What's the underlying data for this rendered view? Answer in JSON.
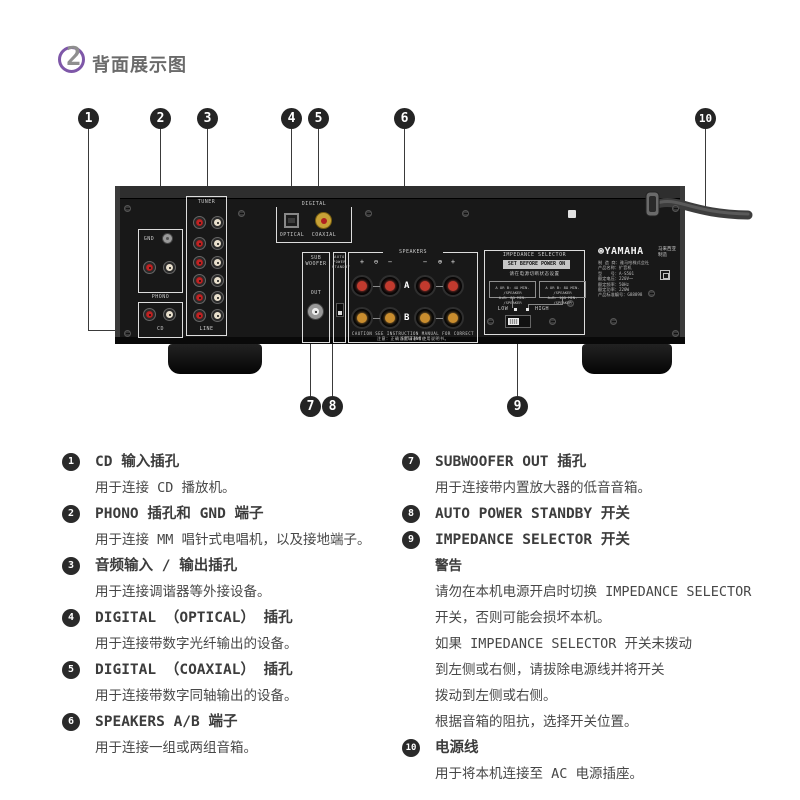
{
  "header": {
    "badge": "2",
    "title": "背面展示图"
  },
  "callouts": [
    {
      "label": "1"
    },
    {
      "label": "2"
    },
    {
      "label": "3"
    },
    {
      "label": "4"
    },
    {
      "label": "5"
    },
    {
      "label": "6"
    },
    {
      "label": "7"
    },
    {
      "label": "8"
    },
    {
      "label": "9"
    },
    {
      "label": "10"
    }
  ],
  "panel": {
    "labels": {
      "gnd": "GND",
      "phono": "PHONO",
      "cd": "CD",
      "tuner": "TUNER",
      "line": "LINE",
      "digital": "DIGITAL",
      "optical": "OPTICAL",
      "coaxial": "COAXIAL",
      "sub": "SUB",
      "woofer": "WOOFER",
      "out": "OUT",
      "auto": "AUTO",
      "power": "POWER",
      "standby": "STANDBY",
      "speakers": "SPEAKERS",
      "ch_a": "A",
      "ch_b": "B",
      "sign_plus": "+",
      "sign_minus": "−",
      "sign_circle_minus": "⊖",
      "sign_circle_plus": "⊕",
      "caution_en": "CAUTION  SEE INSTRUCTION MANUAL FOR CORRECT SETTING.",
      "caution_cn": "注意：正确设置请参考使用说明书。",
      "impedance": "IMPEDANCE SELECTOR",
      "set_before": "SET BEFORE POWER ON",
      "set_before_cn": "请在电源切断状态设置",
      "low_spec_1": "A OR B: 4Ω MIN. /SPEAKER",
      "low_spec_2": "A+B: 8Ω MIN. /SPEAKER",
      "high_spec_1": "A OR B: 8Ω MIN. /SPEAKER",
      "high_spec_2": "A+B: 16Ω MIN. /SPEAKER",
      "low": "LOW",
      "high": "HIGH"
    },
    "nameplate": {
      "brand": "⊛YAMAHA",
      "made_in_1": "马来西亚",
      "made_in_2": "制造",
      "lines": "制 造 商：雅马哈株式会社\n产品名称：扩音机\n型　　号：A-S501\n额定电压：220V～\n额定频率：50Hz\n额定功率：220W\n产品标准编号：G88898"
    }
  },
  "legend": {
    "left": [
      {
        "num": "1",
        "title": "CD 输入插孔",
        "lines": [
          "用于连接 CD 播放机。"
        ]
      },
      {
        "num": "2",
        "title": "PHONO 插孔和 GND 端子",
        "lines": [
          "用于连接 MM 唱针式电唱机，以及接地端子。"
        ]
      },
      {
        "num": "3",
        "title": "音频输入 / 输出插孔",
        "lines": [
          "用于连接调谐器等外接设备。"
        ]
      },
      {
        "num": "4",
        "title": "DIGITAL （OPTICAL） 插孔",
        "lines": [
          "用于连接带数字光纤输出的设备。"
        ]
      },
      {
        "num": "5",
        "title": "DIGITAL （COAXIAL） 插孔",
        "lines": [
          "用于连接带数字同轴输出的设备。"
        ]
      },
      {
        "num": "6",
        "title": "SPEAKERS A/B 端子",
        "lines": [
          "用于连接一组或两组音箱。"
        ]
      }
    ],
    "right": [
      {
        "num": "7",
        "title": "SUBWOOFER OUT 插孔",
        "lines": [
          "用于连接带内置放大器的低音音箱。"
        ]
      },
      {
        "num": "8",
        "title": "AUTO POWER STANDBY 开关",
        "lines": []
      },
      {
        "num": "9",
        "title": "IMPEDANCE SELECTOR 开关",
        "lines": [
          "警告",
          "请勿在本机电源开启时切换 IMPEDANCE SELECTOR",
          "开关，否则可能会损坏本机。",
          "如果 IMPEDANCE SELECTOR 开关未拨动",
          "到左侧或右侧，请拔除电源线并将开关",
          "拨动到左侧或右侧。",
          "根据音箱的阻抗，选择开关位置。"
        ]
      },
      {
        "num": "10",
        "title": "电源线",
        "lines": [
          "用于将本机连接至 AC 电源插座。"
        ]
      }
    ]
  }
}
